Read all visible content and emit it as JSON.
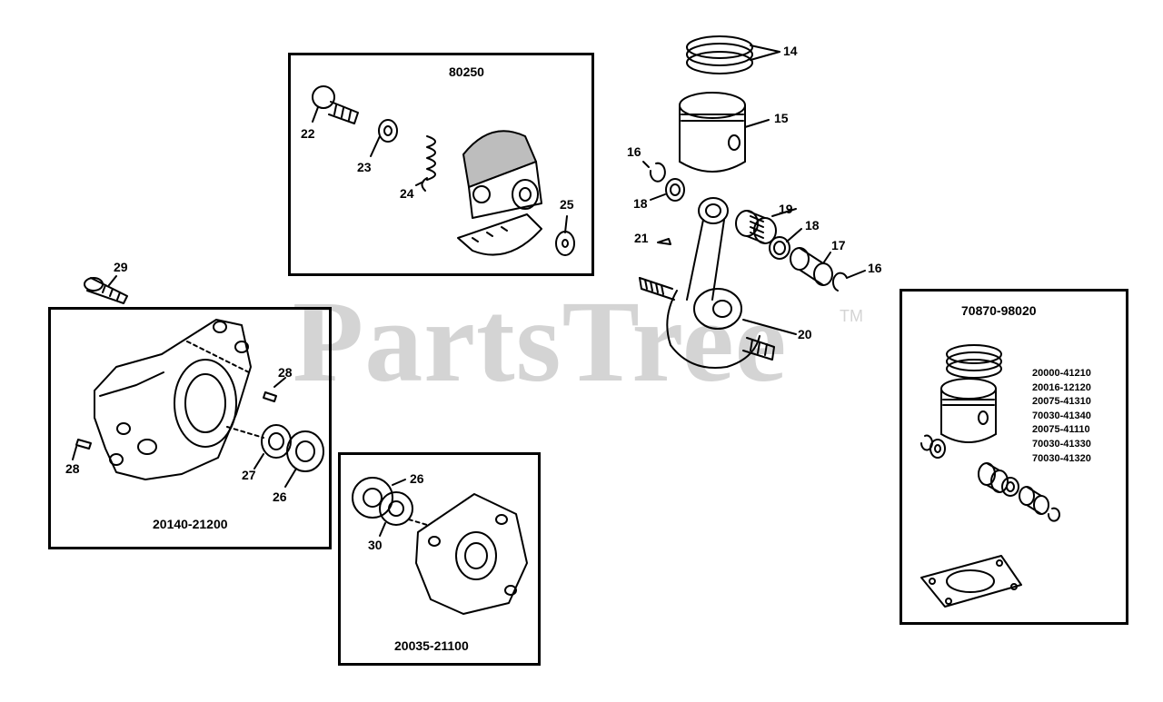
{
  "watermark": {
    "text": "PartsTree",
    "tm": "TM"
  },
  "boxes": {
    "clutch": {
      "title": "80250"
    },
    "crankcase_left": {
      "title": "20140-21200"
    },
    "crankcase_right": {
      "title": "20035-21100"
    },
    "piston_kit": {
      "title": "70870-98020",
      "part_numbers": [
        "20000-41210",
        "20016-12120",
        "20075-41310",
        "70030-41340",
        "20075-41110",
        "70030-41330",
        "70030-41320"
      ]
    }
  },
  "callouts": {
    "c14": "14",
    "c15": "15",
    "c16a": "16",
    "c18a": "18",
    "c19": "19",
    "c18b": "18",
    "c21": "21",
    "c17": "17",
    "c16b": "16",
    "c20": "20",
    "c22": "22",
    "c23": "23",
    "c24": "24",
    "c25": "25",
    "c29": "29",
    "c28a": "28",
    "c28b": "28",
    "c27": "27",
    "c26a": "26",
    "c26b": "26",
    "c30": "30"
  }
}
